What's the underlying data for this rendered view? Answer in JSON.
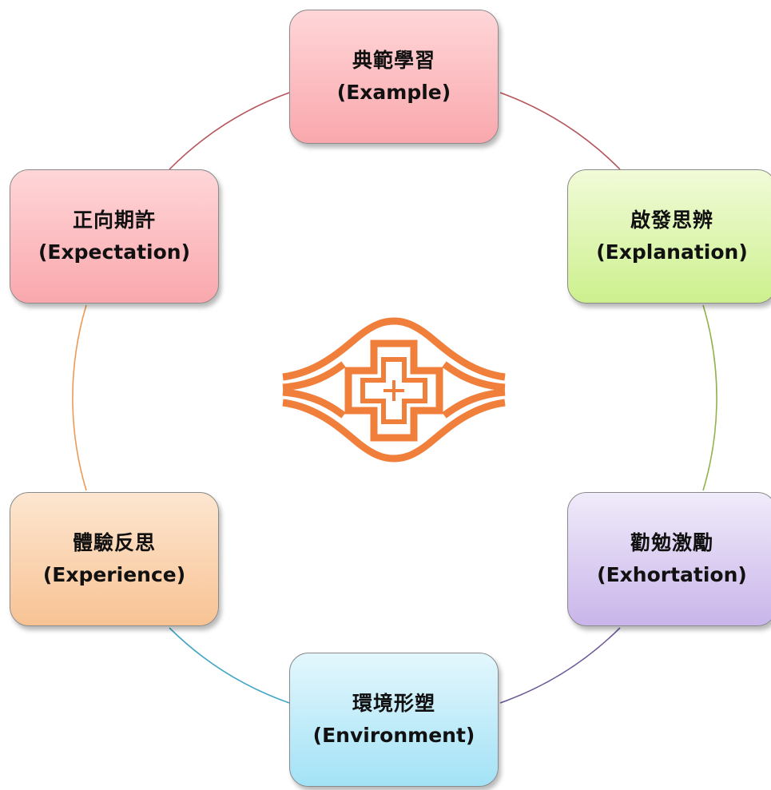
{
  "diagram": {
    "nodes": [
      {
        "zh": "典範學習",
        "en": "(Example)"
      },
      {
        "zh": "啟發思辨",
        "en": "(Explanation)"
      },
      {
        "zh": "勸勉激勵",
        "en": "(Exhortation)"
      },
      {
        "zh": "環境形塑",
        "en": "(Environment)"
      },
      {
        "zh": "體驗反思",
        "en": "(Experience)"
      },
      {
        "zh": "正向期許",
        "en": "(Expectation)"
      }
    ],
    "colors": {
      "ring_example_to_explanation": "#b4565c",
      "ring_explanation_to_exhortation": "#93b24d",
      "ring_exhortation_to_environment": "#6e5a98",
      "ring_environment_to_experience": "#41a5c4",
      "ring_experience_to_expectation": "#ec9a56",
      "ring_expectation_to_example": "#b4565c",
      "logo": "#f07f3c"
    },
    "logo": {
      "icon": "cross-eye-logo-icon"
    }
  }
}
